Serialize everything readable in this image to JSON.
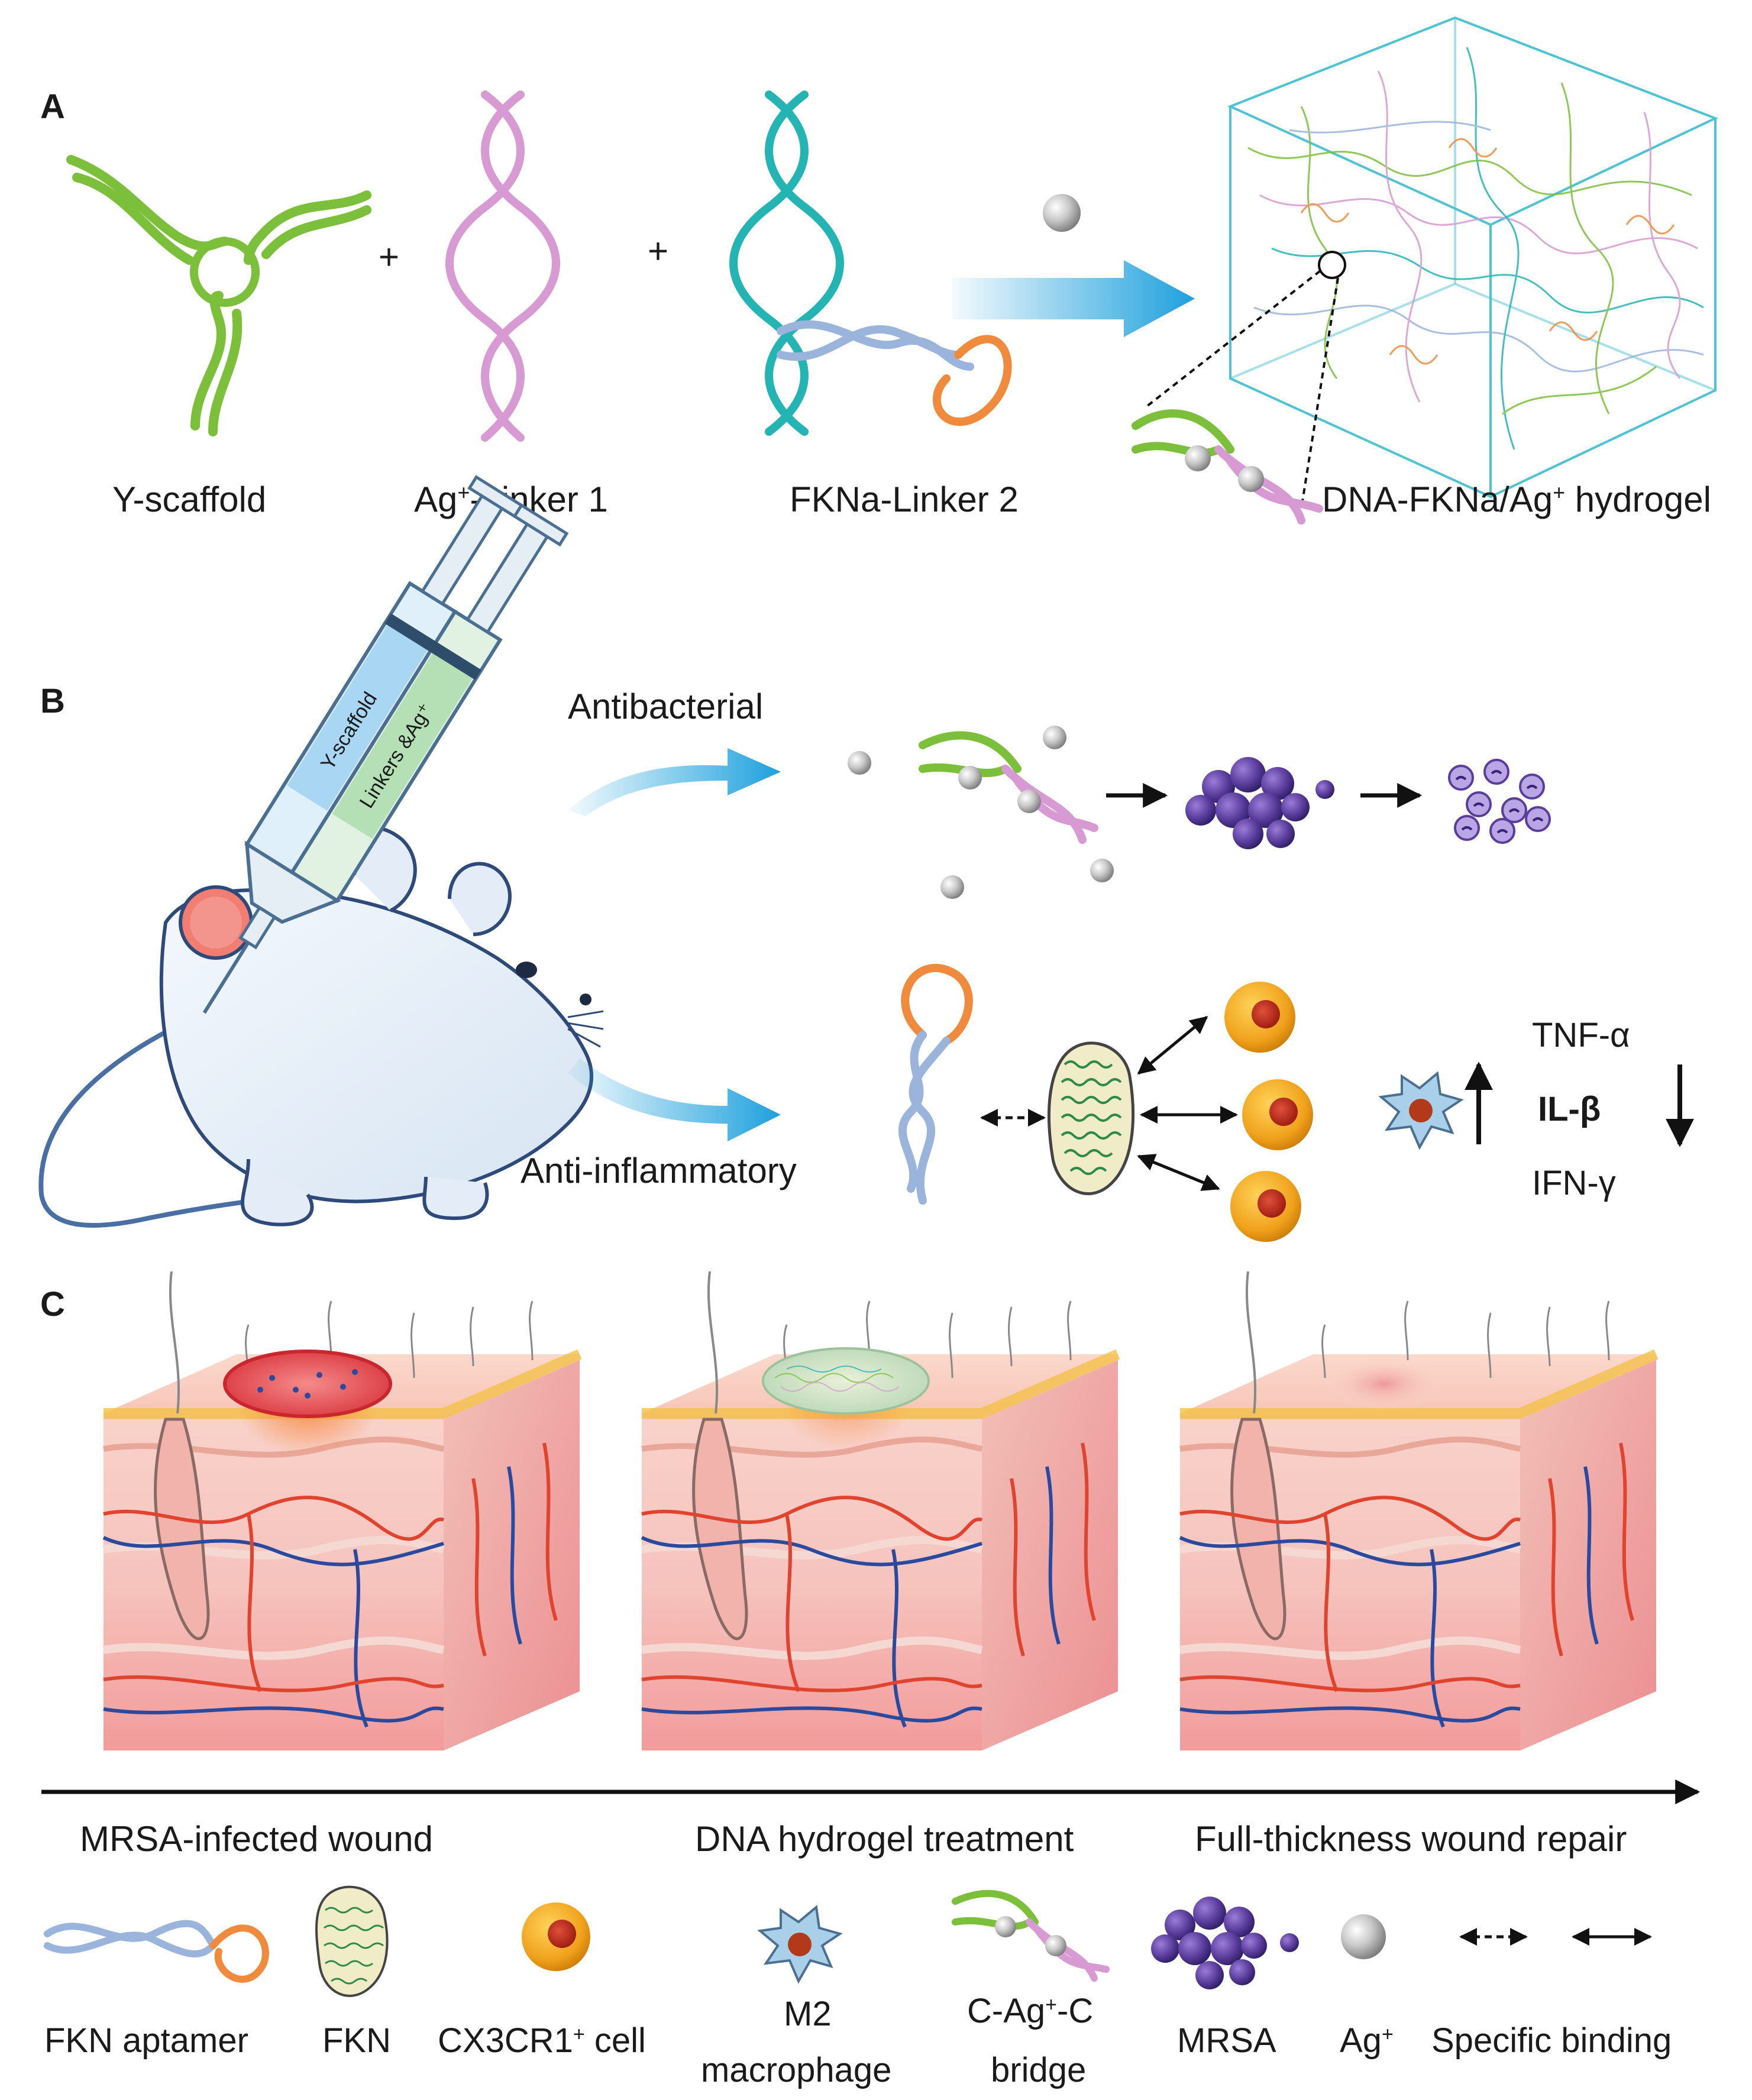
{
  "panels": {
    "a": "A",
    "b": "B",
    "c": "C"
  },
  "panel_a": {
    "plus": "+",
    "y_scaffold": "Y-scaffold",
    "linker1_pre": "Ag",
    "linker1_sup": "+",
    "linker1_post": "-Linker 1",
    "linker2": "FKNa-Linker 2",
    "hydrogel_pre": "DNA-FKNa/Ag",
    "hydrogel_sup": "+",
    "hydrogel_post": " hydrogel"
  },
  "panel_b": {
    "syringe_1": "Y-scaffold",
    "syringe_2": "Linkers &Ag⁺",
    "antibacterial": "Antibacterial",
    "anti_inflammatory": "Anti-inflammatory",
    "cytokines": [
      "TNF-α",
      "IL-β",
      "IFN-γ"
    ]
  },
  "panel_c": {
    "stages": [
      "MRSA-infected wound",
      "DNA hydrogel treatment",
      "Full-thickness wound repair"
    ]
  },
  "legend": {
    "fkn_aptamer": "FKN aptamer",
    "fkn": "FKN",
    "cx3cr1_pre": "CX3CR1",
    "cx3cr1_sup": "+",
    "cx3cr1_post": " cell",
    "m2_line1": "M2",
    "m2_line2": "macrophage",
    "bridge_pre": "C-Ag",
    "bridge_sup": "+",
    "bridge_post": "-C",
    "bridge_line2": "bridge",
    "mrsa": "MRSA",
    "ag_pre": "Ag",
    "ag_sup": "+",
    "specific_binding": "Specific binding"
  },
  "colors": {
    "scaffold_green": "#7cbf3a",
    "linker_pink": "#d89ad2",
    "teal": "#24b4b4",
    "aptamer_blue": "#9bb4dc",
    "aptamer_orange": "#f08a3c",
    "arrow_blue": "#1ea0dc",
    "mrsa_purple": "#5a3d9c",
    "skin_pink": "#f5c9c0",
    "vessel_red": "#e0432e",
    "vessel_blue": "#2a4aa0"
  }
}
